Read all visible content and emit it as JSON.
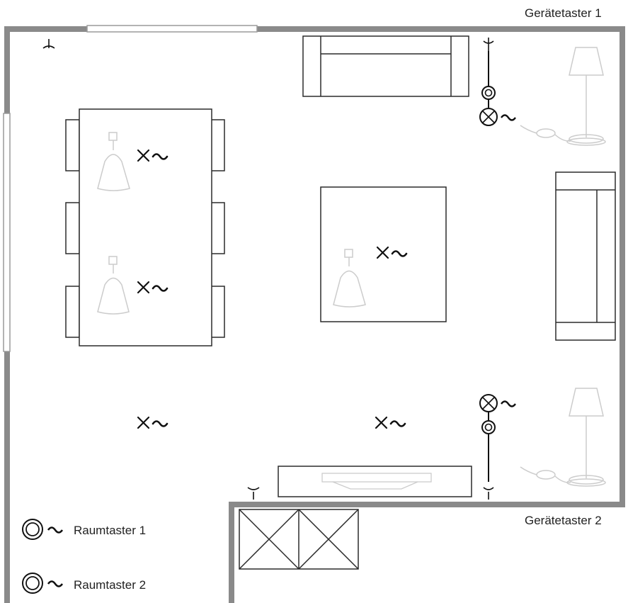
{
  "labels": {
    "device_switch_1": "Gerätetaster 1",
    "device_switch_2": "Gerätetaster 2",
    "room_switch_1": "Raumtaster 1",
    "room_switch_2": "Raumtaster 2"
  },
  "colors": {
    "wall": "#8a8a8a",
    "furniture": "#2b2b2b",
    "faint": "#cfcfcf",
    "symbol": "#111111",
    "background": "#ffffff"
  },
  "icons": {
    "ceiling_light": "x-tilde-symbol",
    "device_switch": "circle-cross-symbol",
    "room_switch": "double-circle-tilde-symbol",
    "socket": "socket-symbol",
    "pendant_lamp": "pendant-lamp-icon",
    "floor_lamp": "floor-lamp-icon"
  }
}
